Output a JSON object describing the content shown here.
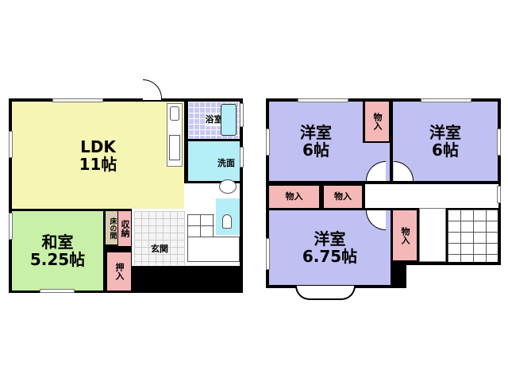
{
  "floor1": {
    "ldk": {
      "name": "LDK",
      "size": "11帖"
    },
    "bath": {
      "name": "浴室"
    },
    "washroom": {
      "name": "洗面"
    },
    "japanese_room": {
      "name": "和室",
      "size": "5.25帖"
    },
    "tokonoma": {
      "name": "床の間"
    },
    "storage": {
      "name": "収納"
    },
    "closet": {
      "name": "押入"
    },
    "entrance": {
      "name": "玄関"
    }
  },
  "floor2": {
    "room_a": {
      "name": "洋室",
      "size": "6帖"
    },
    "room_b": {
      "name": "洋室",
      "size": "6帖"
    },
    "room_c": {
      "name": "洋室",
      "size": "6.75帖"
    },
    "closet_top": {
      "name": "物入"
    },
    "closet_left": {
      "name": "物入"
    },
    "closet_mid": {
      "name": "物入"
    },
    "closet_right": {
      "name": "物入"
    }
  },
  "colors": {
    "ldk": "#f5f5b4",
    "japanese_room": "#c8f0a8",
    "western_room": "#c0c0f2",
    "closet": "#f4b8b8",
    "water": "#b4eef6",
    "tokonoma": "#d8ccb0"
  }
}
